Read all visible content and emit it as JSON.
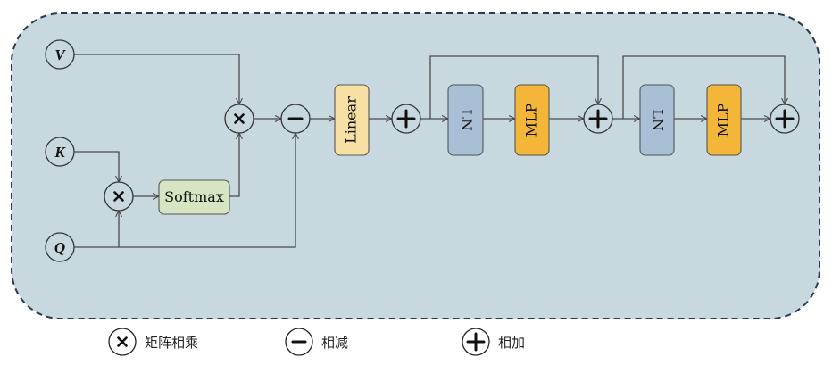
{
  "inputs": {
    "v": "V",
    "k": "K",
    "q": "Q"
  },
  "blocks": {
    "softmax": "Softmax",
    "linear": "Linear",
    "ln1": "LN",
    "mlp1": "MLP",
    "ln2": "LN",
    "mlp2": "MLP"
  },
  "colors": {
    "background": "#c8d8df",
    "border": "#2b3a4e",
    "softmax": "#d6e6c2",
    "linear": "#f8e0a4",
    "ln": "#a9bfd6",
    "mlp": "#f4b638"
  },
  "legend": {
    "items": [
      {
        "symbol": "multiply-icon",
        "label": "矩阵相乘"
      },
      {
        "symbol": "minus-icon",
        "label": "相减"
      },
      {
        "symbol": "plus-icon",
        "label": "相加"
      }
    ]
  }
}
